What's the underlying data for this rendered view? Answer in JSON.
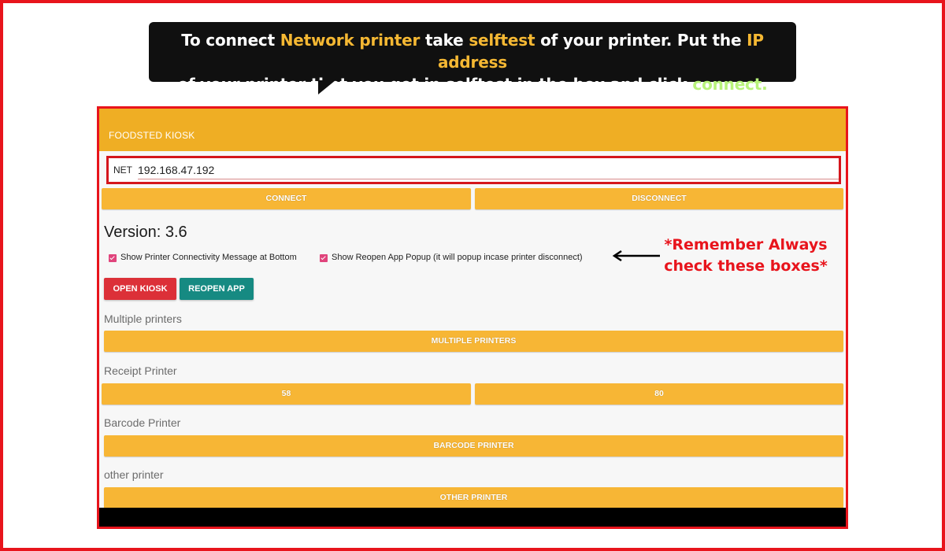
{
  "callout": {
    "line1_a": "To connect ",
    "line1_b": "Network printer",
    "line1_c": " take ",
    "line1_d": "selftest",
    "line1_e": " of your printer. Put the ",
    "line1_f": "IP address",
    "line2_a": "of your printer that you get in selftest in the box and click ",
    "line2_b": "connect",
    "line2_c": "."
  },
  "app": {
    "title": "FOODSTED KIOSK",
    "net_label": "NET",
    "ip_value": "192.168.47.192",
    "connect_label": "CONNECT",
    "disconnect_label": "DISCONNECT",
    "version": "Version: 3.6",
    "checkbox1_label": "Show Printer Connectivity Message at Bottom",
    "checkbox2_label": "Show Reopen App Popup (it will popup incase printer disconnect)",
    "open_kiosk_label": "OPEN KIOSK",
    "reopen_app_label": "REOPEN APP",
    "multiple_printers_section": "Multiple printers",
    "multiple_printers_button": "MULTIPLE PRINTERS",
    "receipt_printer_section": "Receipt Printer",
    "receipt_58_button": "58",
    "receipt_80_button": "80",
    "barcode_printer_section": "Barcode Printer",
    "barcode_printer_button": "BARCODE PRINTER",
    "other_printer_section": "other printer",
    "other_printer_button": "OTHER PRINTER"
  },
  "annotation": {
    "line1": "*Remember Always",
    "line2": "check these boxes*"
  },
  "colors": {
    "frame_red": "#e8141c",
    "header_orange": "#efae24",
    "button_yellow": "#f7b635",
    "open_kiosk_red": "#dc3038",
    "reopen_teal": "#168a82",
    "checkbox_pink": "#e0447c"
  },
  "icons": {
    "checkbox": "checkbox-checked-icon",
    "arrow": "left-arrow-icon"
  }
}
